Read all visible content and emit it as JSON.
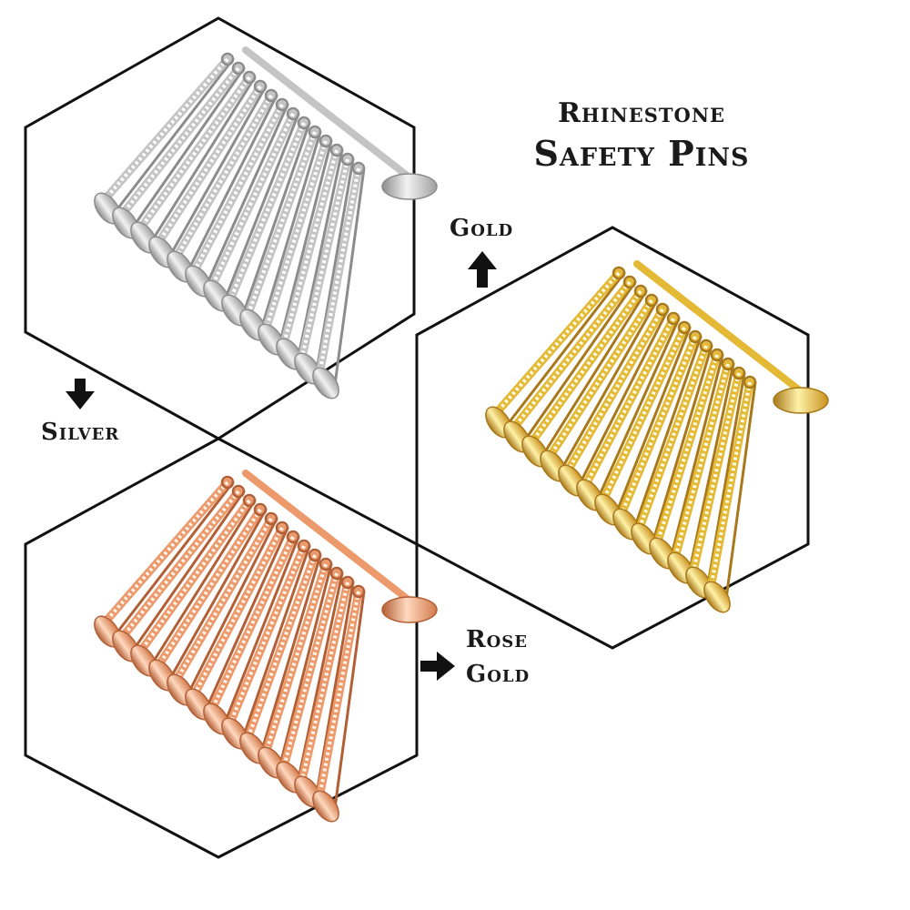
{
  "title": {
    "line1": "Rhinestone",
    "line2": "Safety Pins"
  },
  "variants": [
    {
      "key": "silver",
      "label": "Silver",
      "arrow": "down-arrow-icon",
      "colors": {
        "light": "#f2f2f2",
        "mid": "#c4c4c4",
        "dark": "#8c8c8c",
        "stone": "#ffffff"
      }
    },
    {
      "key": "gold",
      "label": "Gold",
      "arrow": "up-arrow-icon",
      "colors": {
        "light": "#fff2a8",
        "mid": "#e3b936",
        "dark": "#a8781a",
        "stone": "#fffbe6"
      }
    },
    {
      "key": "rose-gold",
      "label_line1": "Rose",
      "label_line2": "Gold",
      "arrow": "right-arrow-icon",
      "colors": {
        "light": "#ffd9bf",
        "mid": "#ec9a6c",
        "dark": "#b35f36",
        "stone": "#fff3ea"
      }
    }
  ],
  "hexagon_outline_color": "#111111",
  "arrow_color": "#111111"
}
